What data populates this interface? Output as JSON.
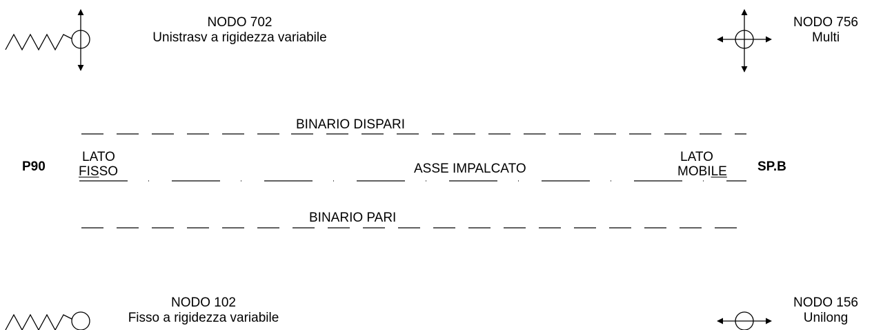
{
  "nodes": {
    "top_left": {
      "title": "NODO 702",
      "subtitle": "Unistrasv a rigidezza variabile",
      "icon": "spring-vertical-support-icon"
    },
    "top_right": {
      "title": "NODO 756",
      "subtitle": "Multi",
      "icon": "multidirectional-support-icon"
    },
    "bottom_left": {
      "title": "NODO 102",
      "subtitle": "Fisso a rigidezza variabile",
      "icon": "spring-fixed-support-icon"
    },
    "bottom_right": {
      "title": "NODO 156",
      "subtitle": "Unilong",
      "icon": "longitudinal-support-icon"
    }
  },
  "axis": {
    "left_pier": "P90",
    "right_pier": "SP.B",
    "lato_fisso_1": "LATO",
    "lato_fisso_2a": "FIS",
    "lato_fisso_2b": "SO",
    "lato_mobile_1": "LATO",
    "lato_mobile_2a": "MOBI",
    "lato_mobile_2b": "LE",
    "axis_label": "ASSE IMPALCATO"
  },
  "tracks": {
    "odd": "BINARIO DISPARI",
    "even": "BINARIO PARI"
  },
  "colors": {
    "line": "#000000",
    "background": "#ffffff"
  }
}
